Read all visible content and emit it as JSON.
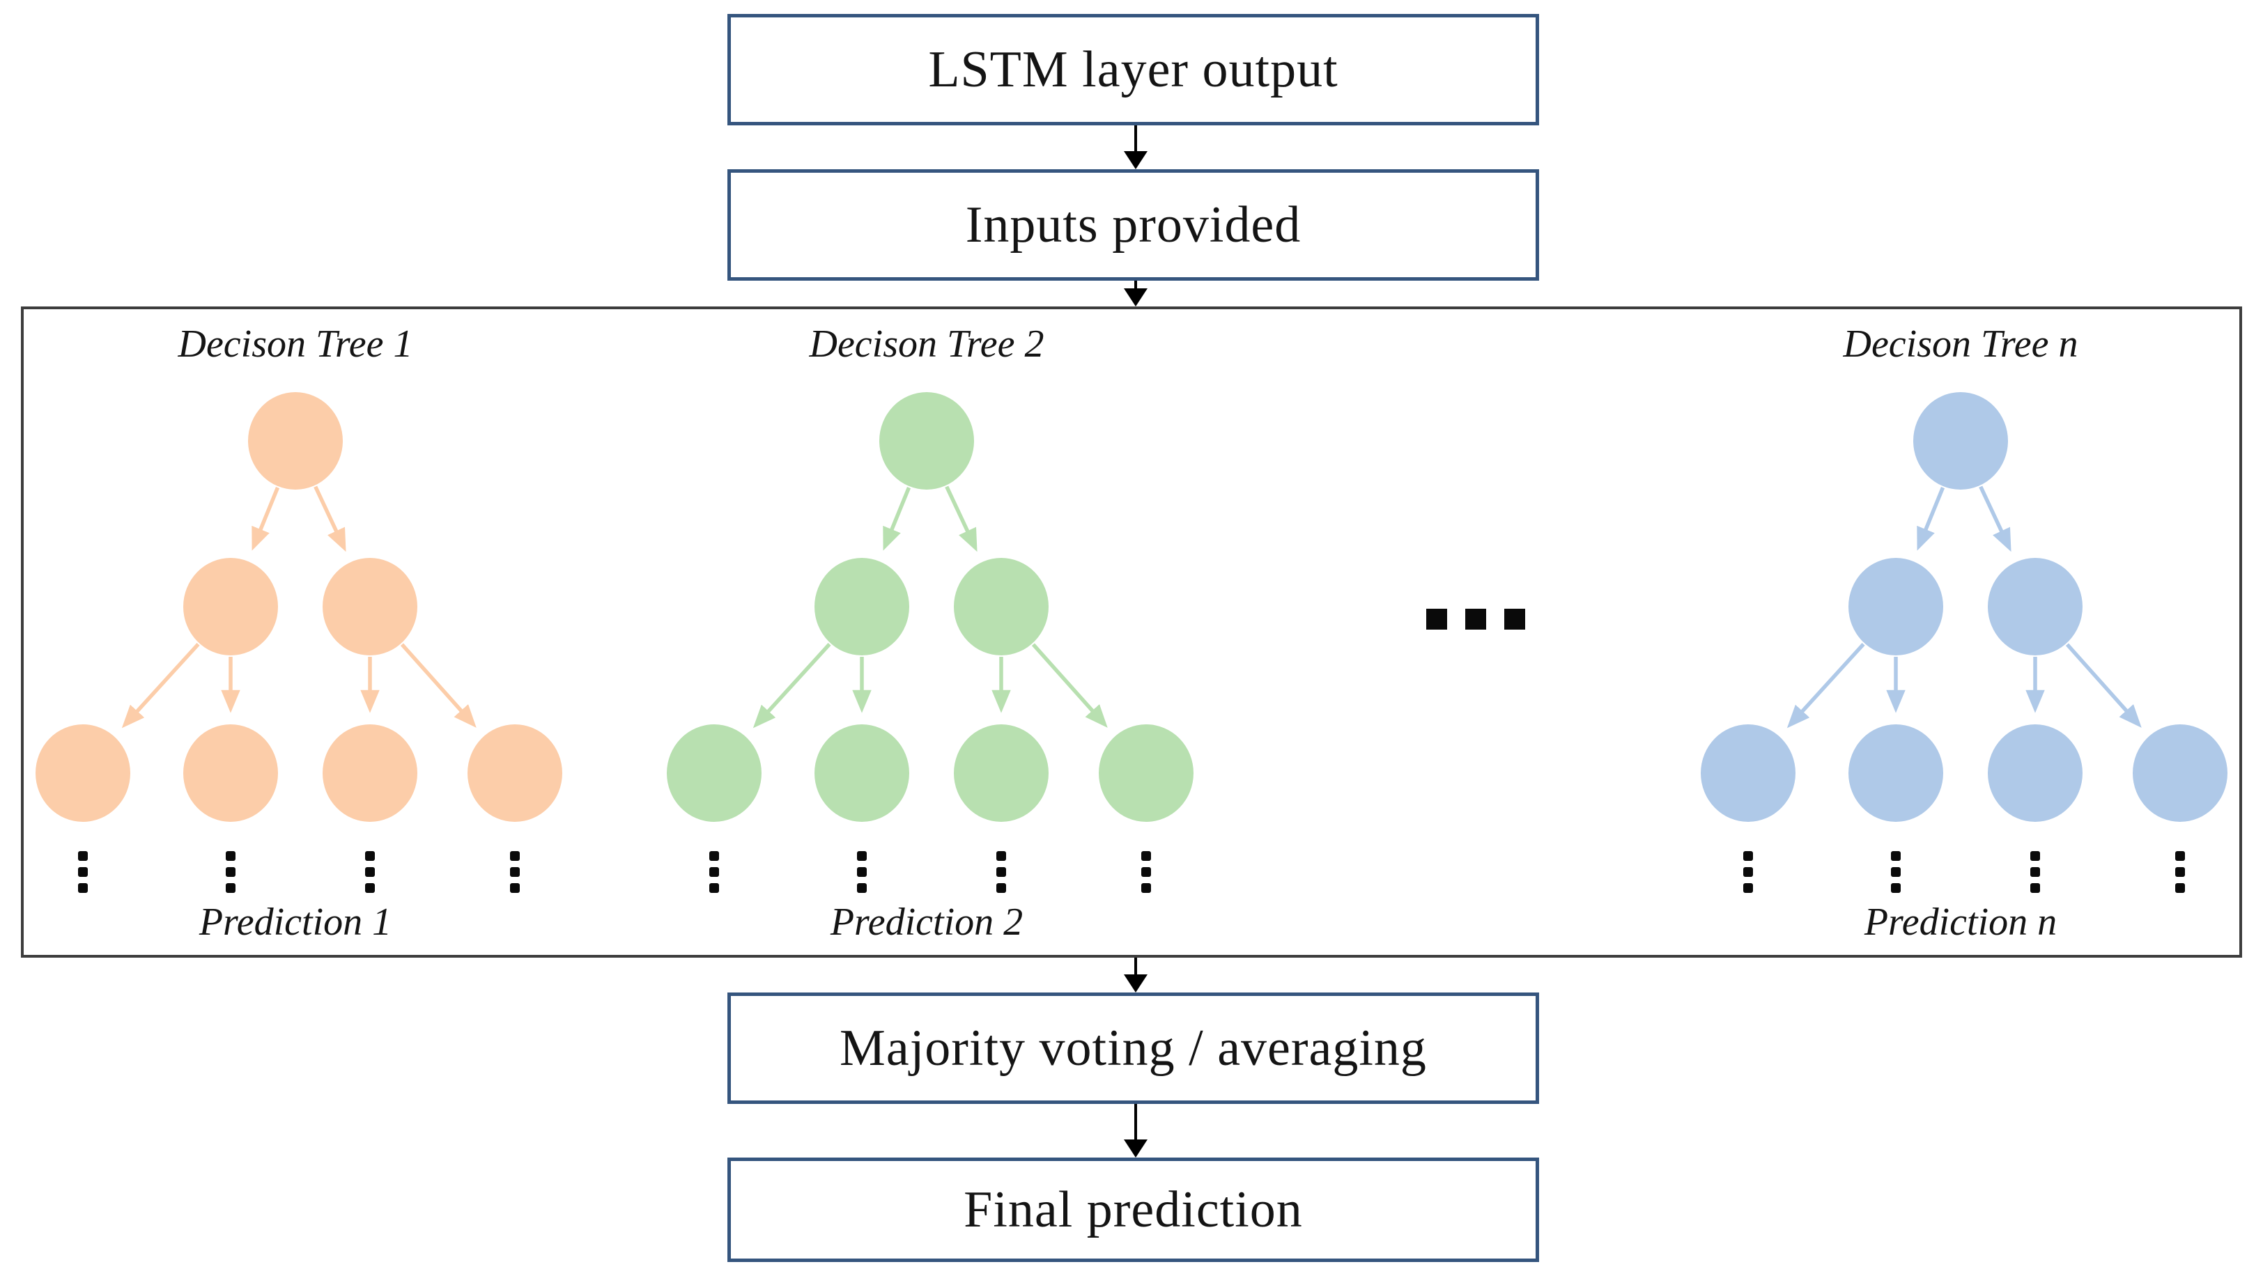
{
  "flow": {
    "box1": "LSTM layer output",
    "box2": "Inputs provided",
    "box3": "Majority voting / averaging",
    "box4": "Final prediction"
  },
  "forest": {
    "ellipsis_between_trees": "...",
    "trees": [
      {
        "label": "Decison Tree 1",
        "prediction": "Prediction 1",
        "color": "#FCCDA9"
      },
      {
        "label": "Decison Tree 2",
        "prediction": "Prediction 2",
        "color": "#B8E0B0"
      },
      {
        "label": "Decison Tree n",
        "prediction": "Prediction n",
        "color": "#AFC9E8"
      }
    ]
  },
  "colors": {
    "flow_box_border": "#35557E",
    "forest_container_border": "#3D3D3D",
    "arrow": "#000000",
    "ellipsis_dots": "#0A0A0A",
    "tree_orange": "#FCCDA9",
    "tree_green": "#B8E0B0",
    "tree_blue": "#AFC9E8"
  }
}
